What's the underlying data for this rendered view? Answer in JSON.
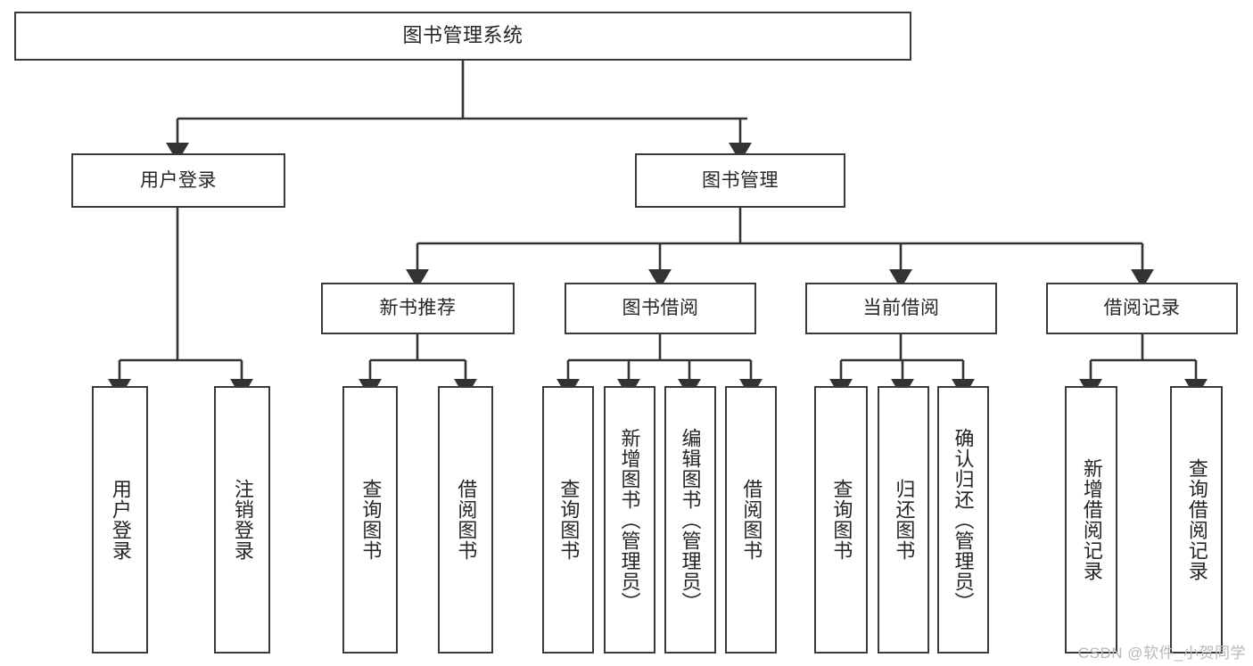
{
  "diagram": {
    "title": "图书管理系统",
    "type": "tree",
    "watermark": "CSDN @软件_小贺同学",
    "colors": {
      "box_border": "#3a3a3a",
      "box_fill": "#ffffff",
      "connector": "#333333",
      "text": "#262626",
      "watermark": "#b9b9b9",
      "background": "#ffffff"
    }
  },
  "nodes": {
    "root": {
      "label": "图书管理系统"
    },
    "level1": [
      {
        "label": "用户登录"
      },
      {
        "label": "图书管理"
      }
    ],
    "level2": [
      {
        "label": "新书推荐"
      },
      {
        "label": "图书借阅"
      },
      {
        "label": "当前借阅"
      },
      {
        "label": "借阅记录"
      }
    ],
    "leaves": {
      "user_login": [
        {
          "label": "用户登录"
        },
        {
          "label": "注销登录"
        }
      ],
      "new_book": [
        {
          "label": "查询图书"
        },
        {
          "label": "借阅图书"
        }
      ],
      "book_borrow": [
        {
          "label": "查询图书"
        },
        {
          "label": "新增图书（管理员）"
        },
        {
          "label": "编辑图书（管理员）"
        },
        {
          "label": "借阅图书"
        }
      ],
      "current_borrow": [
        {
          "label": "查询图书"
        },
        {
          "label": "归还图书"
        },
        {
          "label": "确认归还（管理员）"
        }
      ],
      "borrow_record": [
        {
          "label": "新增借阅记录"
        },
        {
          "label": "查询借阅记录"
        }
      ]
    }
  }
}
